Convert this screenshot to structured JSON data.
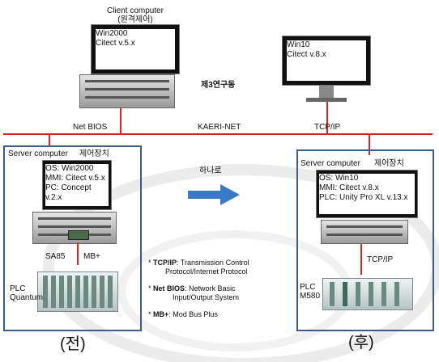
{
  "client": {
    "title_line1": "Client computer",
    "title_line2": "(원격제어)",
    "screen_line1": "Win2000",
    "screen_line2": "Citect v.5.x"
  },
  "remote": {
    "screen_line1": "Win10",
    "screen_line2": "Citect v.8.x"
  },
  "lab_label": "제3연구동",
  "network": {
    "netbios_label": "Net BIOS",
    "kaeri_label": "KAERI-NET",
    "tcpip_label": "TCP/IP"
  },
  "before": {
    "panel_title": "Server computer",
    "controller_label": "제어장치",
    "screen_line1": "OS: Win2000",
    "screen_line2": "MMI: Citect v.5.x",
    "screen_line3": "PC: Concept v.2.x",
    "link_label_left": "SA85",
    "link_label_right": "MB+",
    "plc_line1": "PLC",
    "plc_line2": "Quantum",
    "caption": "(전)"
  },
  "after": {
    "panel_title": "Server computer",
    "controller_label": "제어장치",
    "screen_line1": "OS: Win10",
    "screen_line2": "MMI: Citect v.8.x",
    "screen_line3": "PLC: Unity Pro XL v.13.x",
    "link_label": "TCP/IP",
    "plc_line1": "PLC",
    "plc_line2": "M580",
    "caption": "(후)"
  },
  "arrow_label": "하나로",
  "notes": [
    {
      "bullet": "*",
      "term": "TCP/IP",
      "line1": ": Transmission Control",
      "line2": "Protocol/Internet Protocol"
    },
    {
      "bullet": "*",
      "term": "Net BIOS",
      "line1": ": Network Basic",
      "line2": "Input/Output System"
    },
    {
      "bullet": "*",
      "term": "MB+",
      "line1": ": Mod Bus Plus",
      "line2": ""
    }
  ],
  "colors": {
    "network_line": "#e02020",
    "panel_border": "#3a5b8c",
    "arrow": "#3a78c8"
  }
}
